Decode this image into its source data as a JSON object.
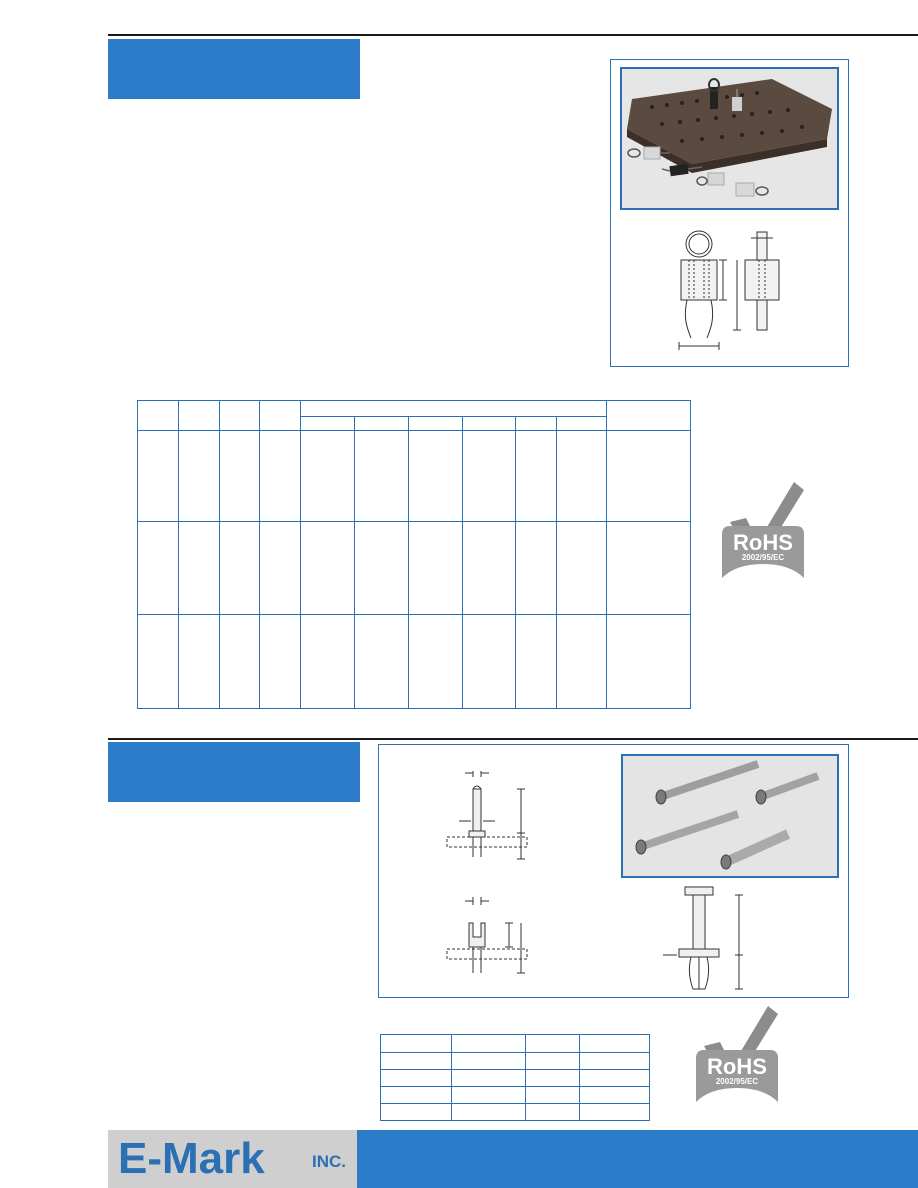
{
  "rohs_badge": {
    "title": "RoHS",
    "directive": "2002/95/EC",
    "check_color": "#8c8c8c",
    "shape_color": "#9a9a9a"
  },
  "logo": {
    "name": "E-Mark",
    "suffix": "INC.",
    "color": "#2b6fb5"
  },
  "colors": {
    "accent_blue": "#2b7bc9",
    "line_blue": "#2b6fb5",
    "rule": "#1a1a1a"
  },
  "icons": {
    "photo_top": "terminal-board-photo",
    "diagram_top": "jumper-terminal-diagram",
    "photo_bottom": "pin-terminals-photo",
    "diagram_bottom_1": "pin-diagram",
    "diagram_bottom_2": "fork-pin-diagram",
    "diagram_bottom_3": "press-fit-pin-diagram"
  }
}
